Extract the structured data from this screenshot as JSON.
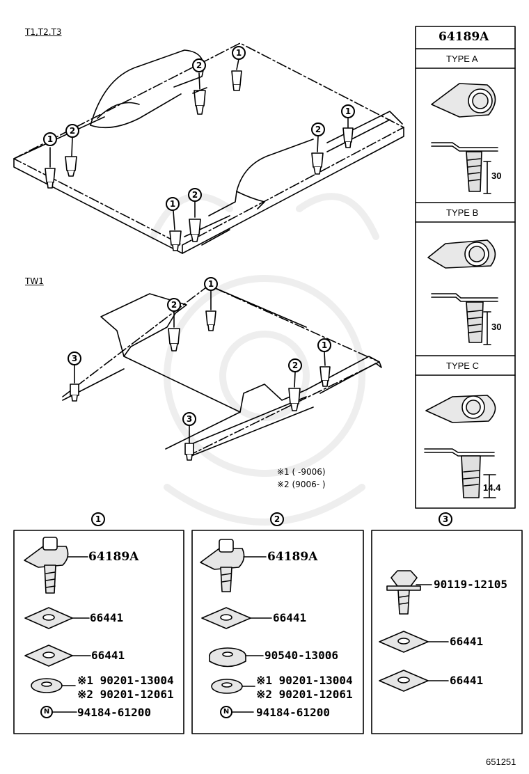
{
  "diagram": {
    "section_labels": {
      "upper": "T1,T2.T3",
      "lower": "TW1"
    },
    "callouts": {
      "c1": "1",
      "c2": "2",
      "c3": "3"
    },
    "notes": {
      "note1": "※1 (      -9006)",
      "note2": "※2 (9006-       )"
    },
    "bolt_chart": {
      "title": "64189A",
      "types": [
        {
          "label": "TYPE A",
          "dim": "30"
        },
        {
          "label": "TYPE B",
          "dim": "30"
        },
        {
          "label": "TYPE C",
          "dim": "14.4"
        }
      ]
    },
    "kits": [
      {
        "callout": "1",
        "parts": [
          "64189A",
          "66441",
          "66441"
        ],
        "alt1": "※1 90201-13004",
        "alt2": "※2 90201-12061",
        "nut": "94184-61200",
        "nut_sym": "N"
      },
      {
        "callout": "2",
        "parts": [
          "64189A",
          "66441",
          "90540-13006"
        ],
        "alt1": "※1 90201-13004",
        "alt2": "※2 90201-12061",
        "nut": "94184-61200",
        "nut_sym": "N"
      },
      {
        "callout": "3",
        "parts": [
          "90119-12105",
          "66441",
          "66441"
        ]
      }
    ],
    "footer_code": "651251"
  }
}
